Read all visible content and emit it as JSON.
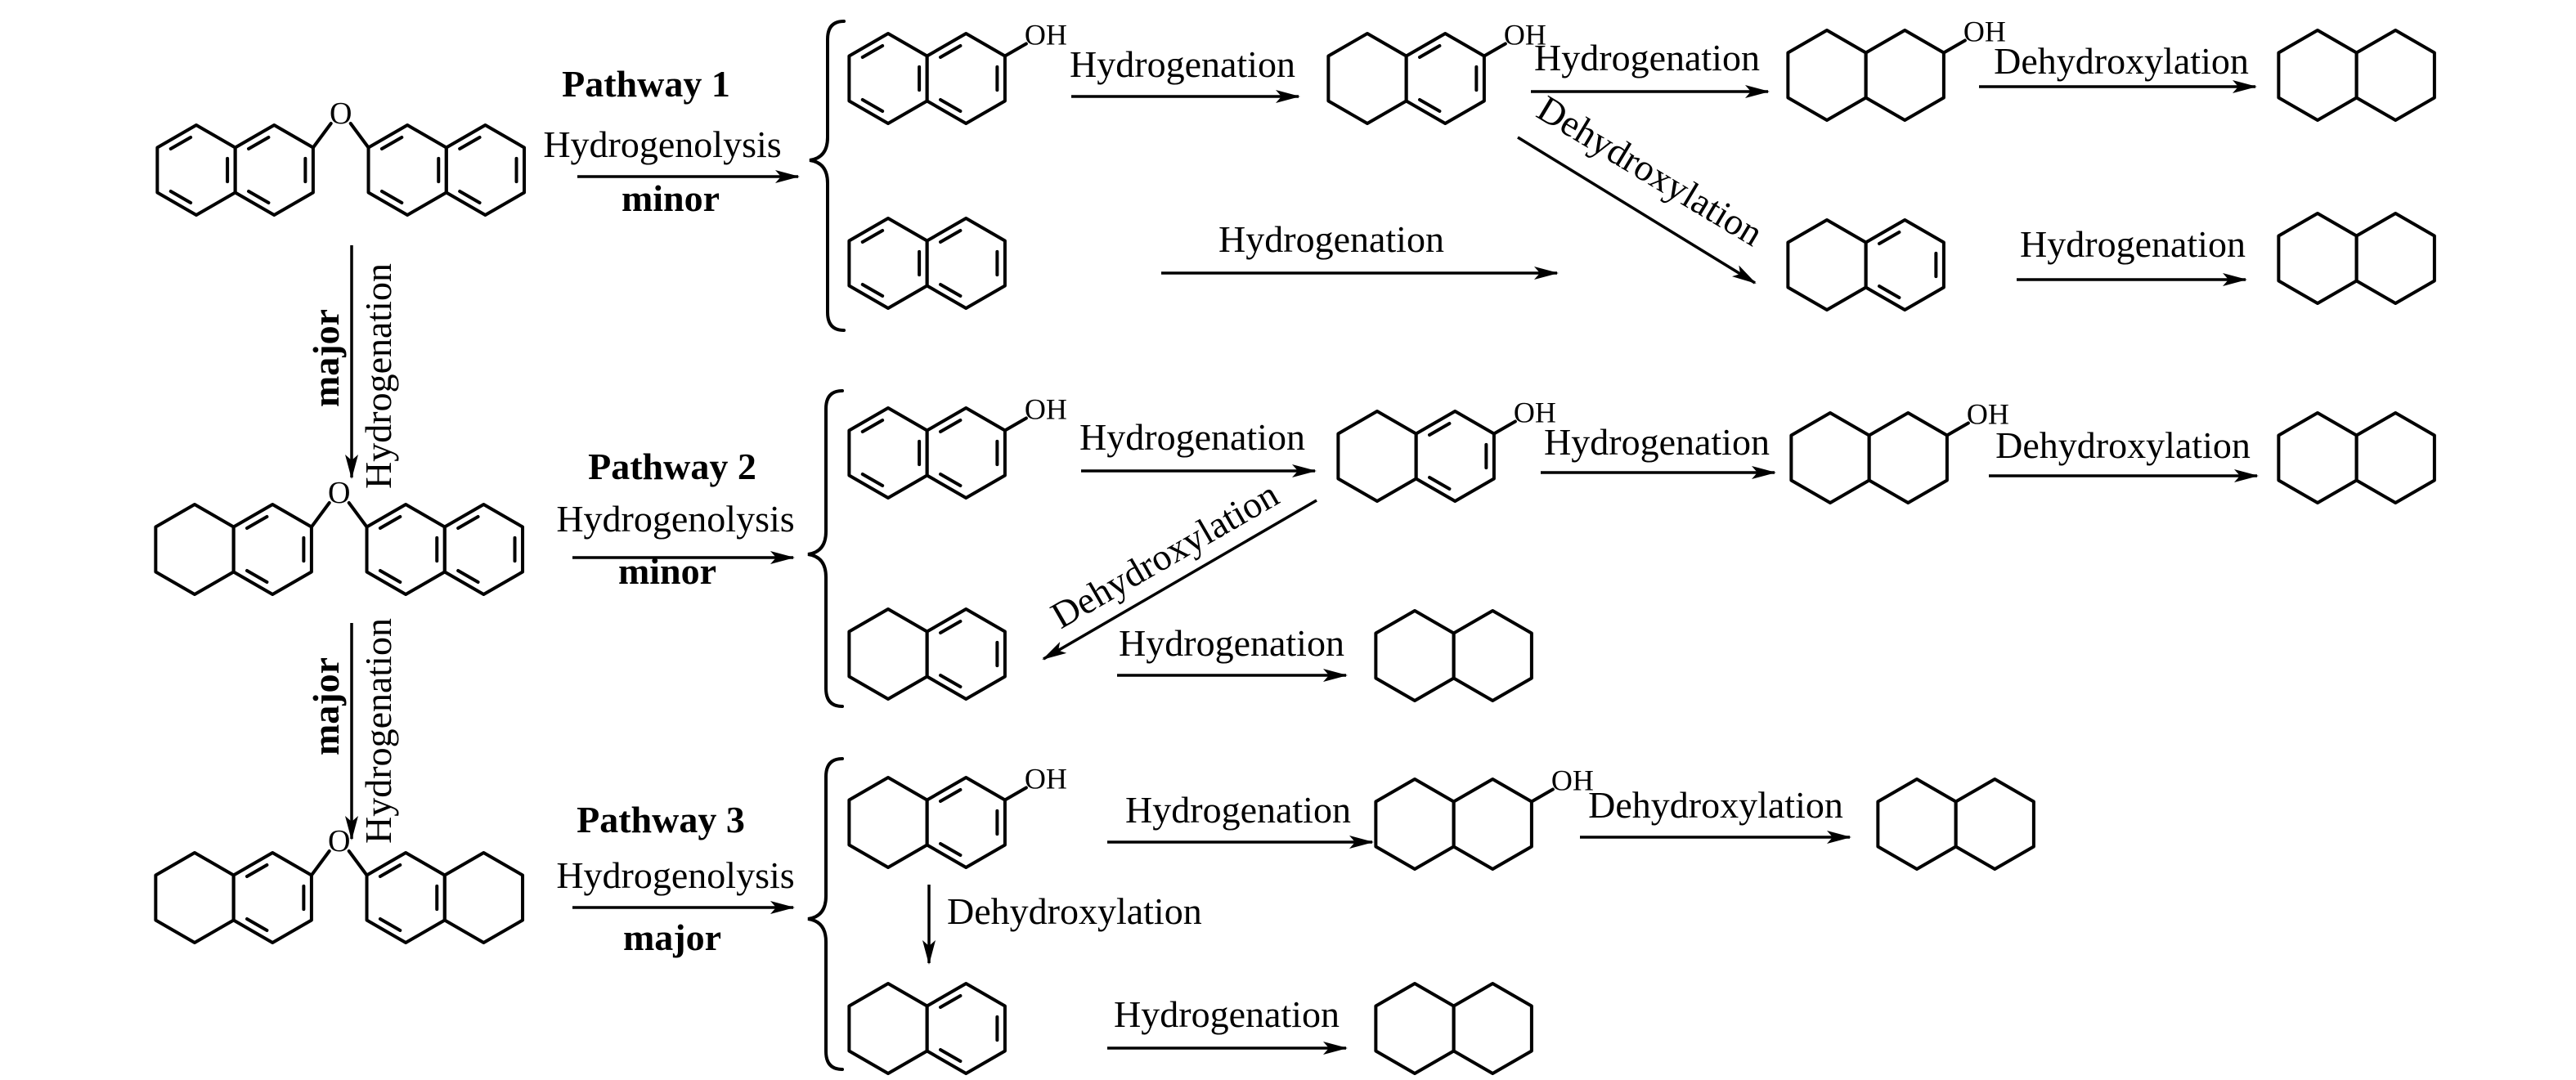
{
  "pathways": [
    {
      "title": "Pathway 1",
      "reaction": "Hydrogenolysis",
      "selectivity": "minor"
    },
    {
      "title": "Pathway 2",
      "reaction": "Hydrogenolysis",
      "selectivity": "minor"
    },
    {
      "title": "Pathway 3",
      "reaction": "Hydrogenolysis",
      "selectivity": "major"
    }
  ],
  "vertical_steps": [
    {
      "selectivity": "major",
      "reaction": "Hydrogenation"
    },
    {
      "selectivity": "major",
      "reaction": "Hydrogenation"
    }
  ],
  "atoms": {
    "oxygen": "O",
    "hydroxyl": "OH"
  },
  "step_labels": {
    "p1_h1": "Hydrogenation",
    "p1_h2": "Hydrogenation",
    "p1_d1": "Dehydroxylation",
    "p1_dx": "Dehydroxylation",
    "p1_h3": "Hydrogenation",
    "p1_h4": "Hydrogenation",
    "p2_h1": "Hydrogenation",
    "p2_h2": "Hydrogenation",
    "p2_d1": "Dehydroxylation",
    "p2_dx": "Dehydroxylation",
    "p2_h3": "Hydrogenation",
    "p3_h1": "Hydrogenation",
    "p3_d1": "Dehydroxylation",
    "p3_dv": "Dehydroxylation",
    "p3_h2": "Hydrogenation"
  }
}
